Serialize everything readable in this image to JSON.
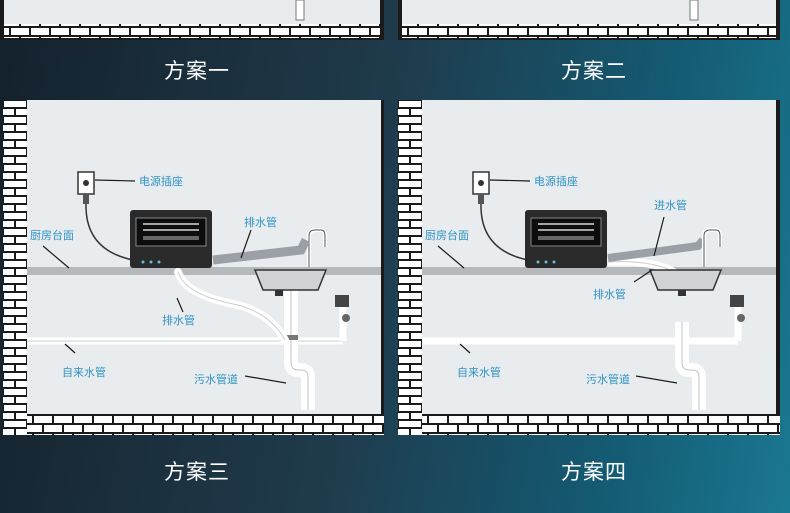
{
  "colors": {
    "background_left": "#14212c",
    "background_right": "#1a7890",
    "wall": "#e9ecee",
    "brick": "#ffffff",
    "label_blue": "#2f93c6"
  },
  "captions": [
    "方案一",
    "方案二",
    "方案三",
    "方案四"
  ],
  "diagram3": {
    "socket_label": "电源插座",
    "counter_label": "厨房台面",
    "drain_label_top": "排水管",
    "drain_label_bottom": "排水管",
    "supply_label": "自来水管",
    "sewer_label": "污水管道"
  },
  "diagram4": {
    "socket_label": "电源插座",
    "counter_label": "厨房台面",
    "inlet_label": "进水管",
    "drain_label": "排水管",
    "supply_label": "自来水管",
    "sewer_label": "污水管道"
  }
}
